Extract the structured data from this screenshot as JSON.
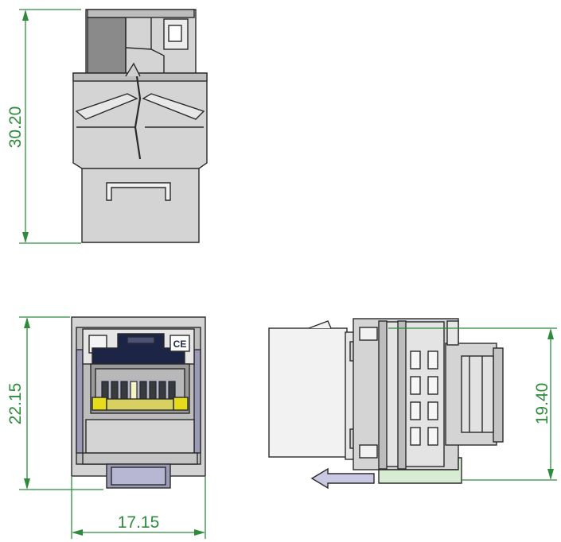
{
  "dimensions": {
    "top_height": "30.20",
    "front_height": "22.15",
    "front_width": "17.15",
    "side_height": "19.40"
  },
  "colors": {
    "dimension": "#2e8b3c",
    "outline": "#2a2a2a",
    "body_fill": "#d4d4d4",
    "light_fill": "#f2f2f2",
    "dark_fill": "#8a8a8a",
    "navy_fill": "#1d2547",
    "yellow_fill": "#e6dc1a",
    "lavender_fill": "#c9c9e4",
    "mint_fill": "#d8ecd4"
  },
  "icons": [
    "ce-mark-icon",
    "arrow-left-icon"
  ]
}
